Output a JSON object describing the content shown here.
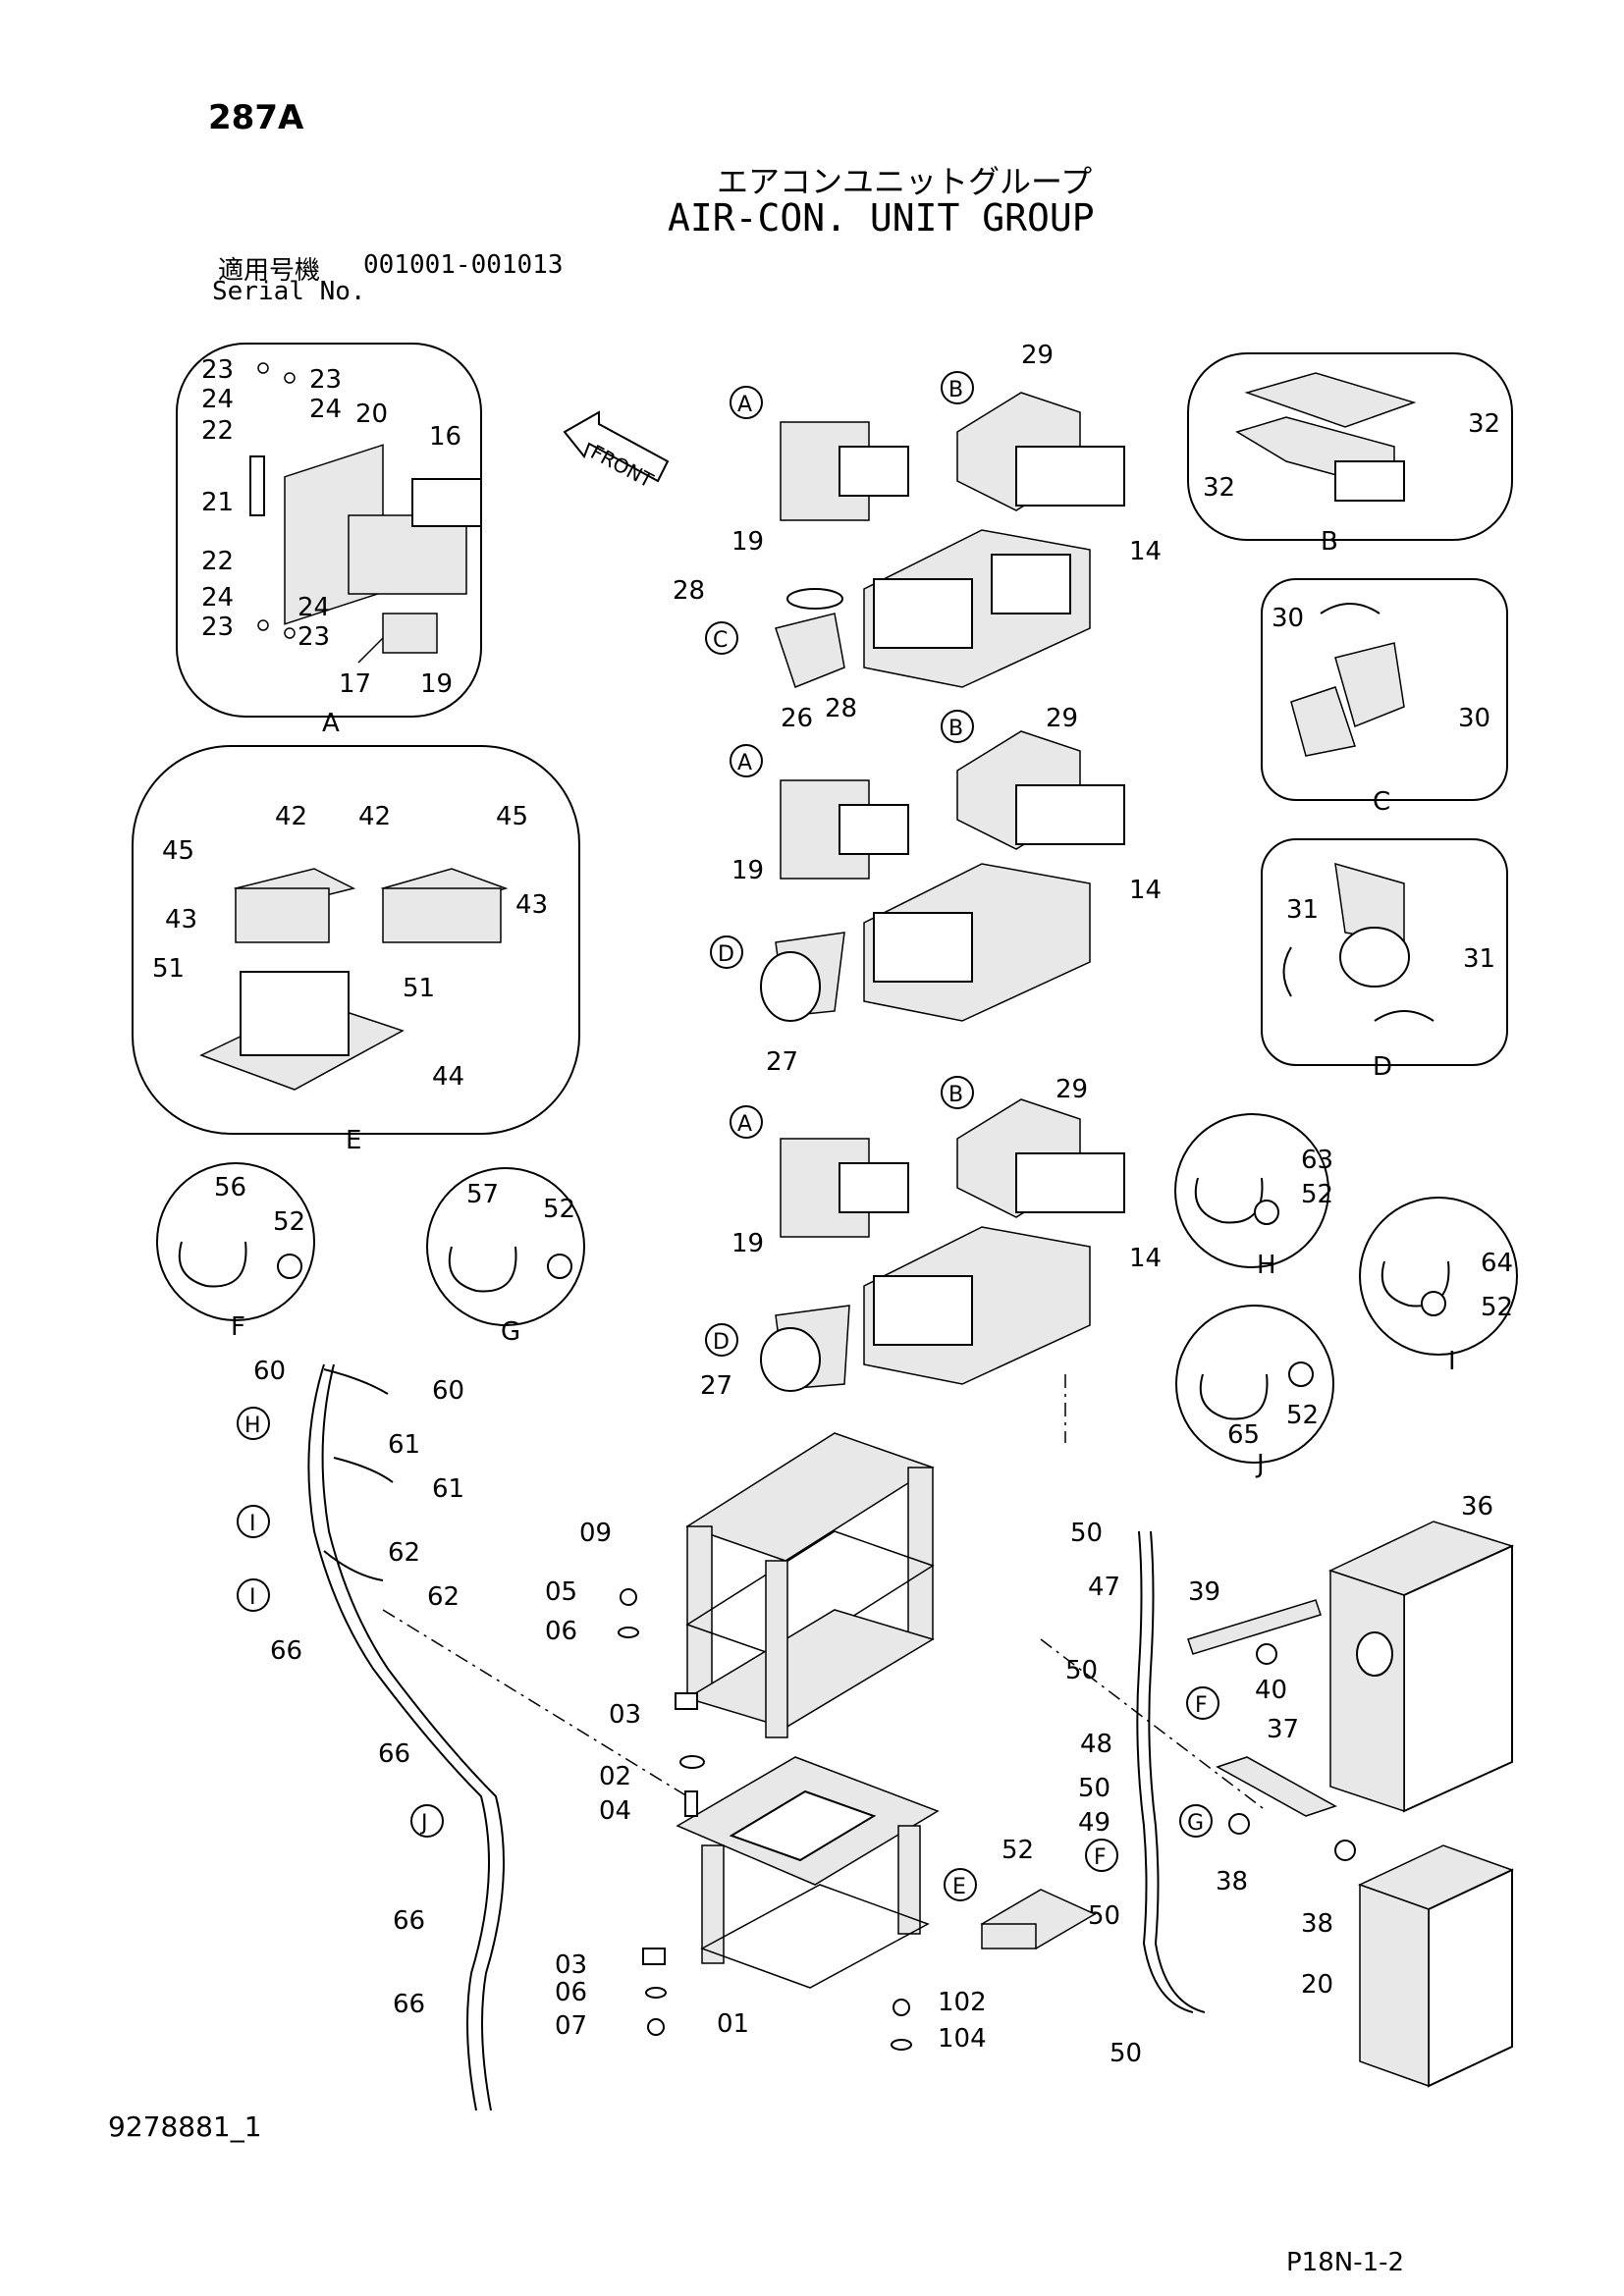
{
  "header": {
    "page_number": "287A",
    "title_jp": "エアコンユニットグループ",
    "title_en": "AIR-CON. UNIT GROUP",
    "serial_label_jp": "適用号機",
    "serial_range": "001001-001013",
    "serial_label_en": "Serial No."
  },
  "footer": {
    "doc_id": "9278881_1",
    "page_code": "P18N-1-2"
  },
  "front_arrow_label": "FRONT",
  "detail_letters": [
    "A",
    "B",
    "C",
    "D",
    "E",
    "F",
    "G",
    "H",
    "I",
    "J"
  ],
  "callouts": {
    "detail_a": [
      "23",
      "23",
      "24",
      "24",
      "22",
      "20",
      "16",
      "21",
      "22",
      "24",
      "24",
      "23",
      "23",
      "17",
      "19"
    ],
    "detail_b": [
      "32",
      "32"
    ],
    "detail_c": [
      "30",
      "30"
    ],
    "detail_d": [
      "31",
      "31"
    ],
    "detail_e": [
      "42",
      "42",
      "45",
      "45",
      "43",
      "43",
      "51",
      "51",
      "44"
    ],
    "detail_f": [
      "56",
      "52"
    ],
    "detail_g": [
      "57",
      "52"
    ],
    "detail_h": [
      "63",
      "52"
    ],
    "detail_i": [
      "64",
      "52"
    ],
    "detail_j": [
      "65",
      "52"
    ],
    "upper_unit": [
      "29",
      "19",
      "14",
      "28",
      "26",
      "28"
    ],
    "middle_unit": [
      "29",
      "19",
      "14",
      "27"
    ],
    "lower_unit": [
      "29",
      "19",
      "14",
      "27"
    ],
    "hoses": [
      "60",
      "60",
      "61",
      "61",
      "62",
      "62",
      "66",
      "66",
      "66",
      "66"
    ],
    "frame": [
      "09",
      "05",
      "06",
      "03",
      "02",
      "04",
      "03",
      "06",
      "07",
      "01",
      "102",
      "104"
    ],
    "wiring": [
      "50",
      "47",
      "50",
      "48",
      "50",
      "49",
      "52",
      "50",
      "50"
    ],
    "box": [
      "36",
      "39",
      "40",
      "37",
      "38",
      "38",
      "20"
    ]
  }
}
